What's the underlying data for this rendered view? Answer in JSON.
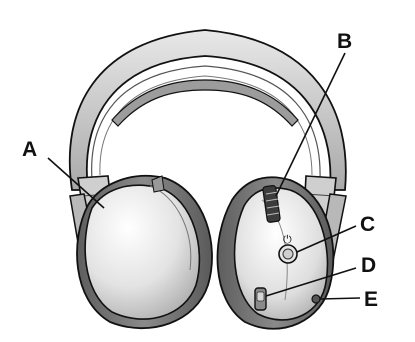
{
  "figure": {
    "callouts": [
      {
        "id": "A",
        "label": "A",
        "part": "left-earcup"
      },
      {
        "id": "B",
        "label": "B",
        "part": "volume-control"
      },
      {
        "id": "C",
        "label": "C",
        "part": "power-button"
      },
      {
        "id": "D",
        "label": "D",
        "part": "channel-switch"
      },
      {
        "id": "E",
        "label": "E",
        "part": "power-indicator"
      }
    ],
    "power_symbol": "⏻"
  },
  "colors": {
    "outline": "#111111",
    "shell_light": "#f2f2f2",
    "shell_mid": "#cfcfcf",
    "shell_dark": "#9a9a9a",
    "cushion_dark": "#6e6e6e",
    "headband": "#bdbdbd"
  }
}
